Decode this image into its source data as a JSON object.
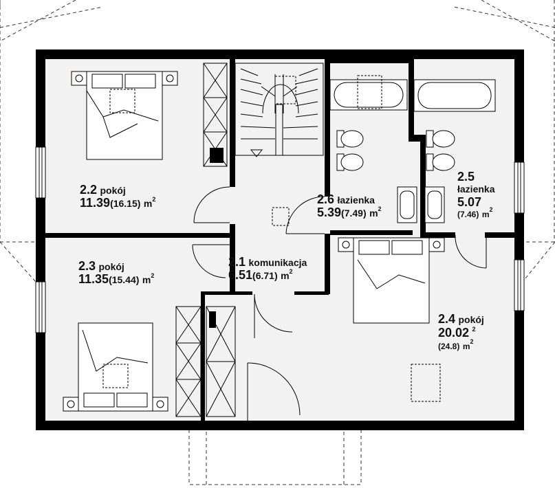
{
  "plan": {
    "colors": {
      "wall": "#000000",
      "floor": "#f4f2f1",
      "line": "#222222"
    },
    "rooms": [
      {
        "id": "r22",
        "number": "2.2",
        "name": "pokój",
        "area": "11.39",
        "area_total": "(16.15)",
        "unit": "m",
        "exp": "2"
      },
      {
        "id": "r23",
        "number": "2.3",
        "name": "pokój",
        "area": "11.35",
        "area_total": "(15.44)",
        "unit": "m",
        "exp": "2"
      },
      {
        "id": "r21",
        "number": "2.1",
        "name": "komunikacja",
        "area": "6.51",
        "area_total": "(6.71)",
        "unit": "m",
        "exp": "2"
      },
      {
        "id": "r26",
        "number": "2.6",
        "name": "łazienka",
        "area": "5.39",
        "area_total": "(7.49)",
        "unit": "m",
        "exp": "2"
      },
      {
        "id": "r25",
        "number": "2.5",
        "name": "łazienka",
        "area": "5.07",
        "area_total": "(7.46)",
        "unit": "m",
        "exp": "2"
      },
      {
        "id": "r24",
        "number": "2.4",
        "name": "pokój",
        "area": "20.02",
        "area_total": "(24.8)",
        "unit": "m",
        "exp": "2"
      }
    ]
  }
}
